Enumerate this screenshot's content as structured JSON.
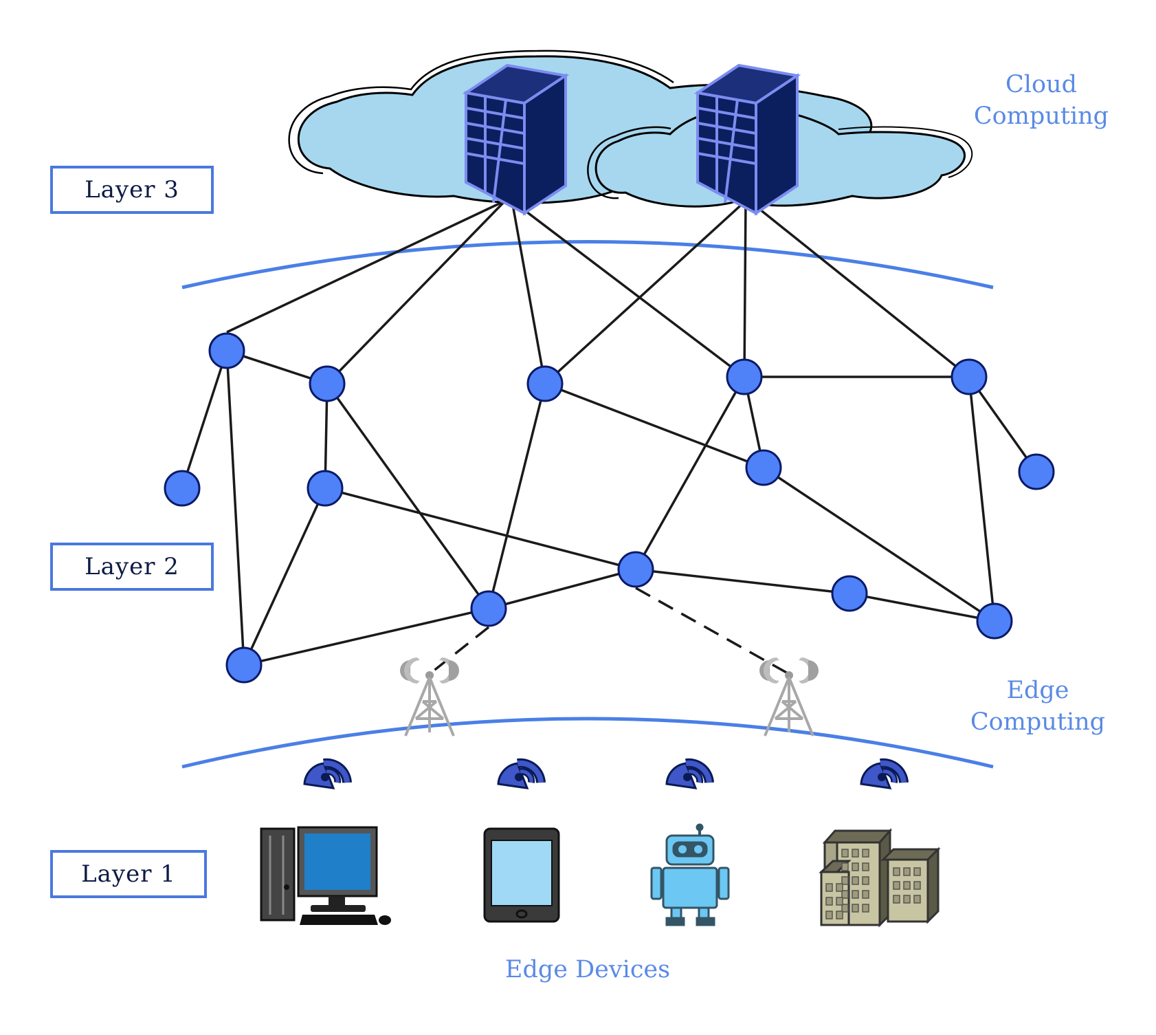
{
  "labels": {
    "layer3": "Layer 3",
    "layer2": "Layer 2",
    "layer1": "Layer 1",
    "cloud_line1": "Cloud",
    "cloud_line2": "Computing",
    "edge_line1": "Edge",
    "edge_line2": "Computing",
    "edge_devices": "Edge Devices"
  },
  "colors": {
    "node_fill": "#4f81f8",
    "node_stroke": "#0a1a66",
    "arc": "#4a7fe6",
    "cloud_fill": "#a6d7ef",
    "server_dark": "#0b1f5e",
    "label_blue": "#5a8ae6"
  },
  "icons": [
    "server-icon",
    "cell-tower-icon",
    "wireless-signal-icon",
    "desktop-computer-icon",
    "tablet-icon",
    "robot-icon",
    "building-icon"
  ]
}
